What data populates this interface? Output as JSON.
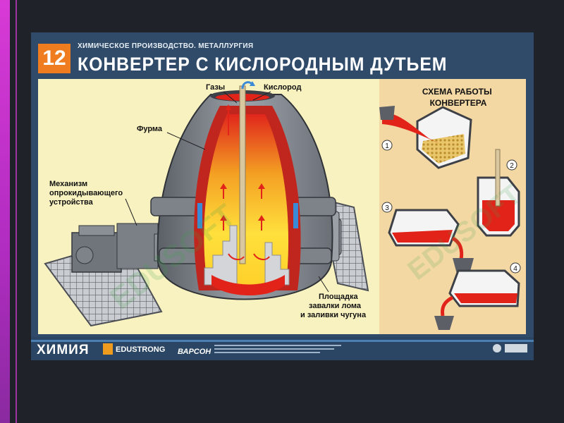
{
  "poster": {
    "number": "12",
    "subject": "ХИМИЧЕСКОЕ ПРОИЗВОДСТВО. МЕТАЛЛУРГИЯ",
    "title": "КОНВЕРТЕР С КИСЛОРОДНЫМ ДУТЬЕМ"
  },
  "diagram": {
    "labels": {
      "gases": "Газы",
      "oxygen": "Кислород",
      "lance": "Фурма",
      "tilt_mechanism": [
        "Механизм",
        "опрокидывающего",
        "устройства"
      ],
      "charging_platform": [
        "Площадка",
        "завалки лома",
        "и заливки чугуна"
      ]
    },
    "watermark": "EDUSOFT"
  },
  "scheme": {
    "title_lines": [
      "СХЕМА РАБОТЫ",
      "КОНВЕРТЕРА"
    ],
    "steps": [
      "1",
      "2",
      "3",
      "4"
    ]
  },
  "footer": {
    "subject": "ХИМИЯ",
    "brand": "EDUSTRONG",
    "publisher": "ВАРСОН"
  },
  "colors": {
    "molten": "#e2231a",
    "poster_blue": "#2f4b69",
    "panel_yellow": "#f8f2c0",
    "panel_tan": "#f3d8a4",
    "badge_orange": "#ef7c1e"
  }
}
